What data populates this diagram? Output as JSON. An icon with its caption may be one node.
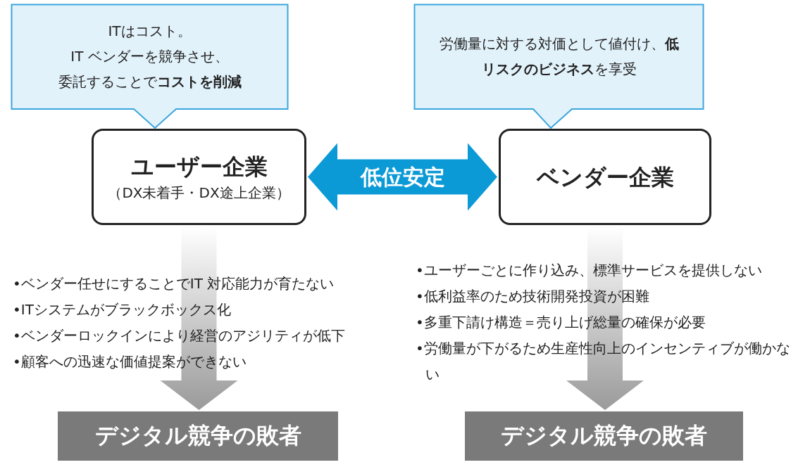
{
  "diagram": {
    "nodes": [
      {
        "text": [
          "ITはコスト。IT ベンダーを競争させ、委託することで**コストを削減**"
        ]
      },
      {
        "text": [
          "労働量に対する対価として値付け、**低リスクのビジネス**を享受"
        ]
      },
      {
        "text": [
          "ユーザー企業",
          "（DX未着手・DX途上企業）"
        ]
      },
      {
        "text": [
          "ベンダー企業"
        ]
      },
      {
        "text": [
          "デジタル競争の敗者"
        ]
      },
      {
        "text": [
          "デジタル競争の敗者"
        ]
      }
    ],
    "edges": [
      {
        "from": 2,
        "to": 3,
        "arrow": "both",
        "label": "低位安定",
        "color": "#0b9ad6"
      },
      {
        "from": 2,
        "to": 4,
        "arrow": "to"
      },
      {
        "from": 3,
        "to": 5,
        "arrow": "to"
      }
    ],
    "labels": [
      "•ベンダー任せにすることでIT 対応能力が育たない",
      "•ITシステムがブラックボックス化",
      "•ベンダーロックインにより経営のアジリティが低下",
      "•顧客への迅速な価値提案ができない",
      "•ユーザーごとに作り込み、標準サービスを提供しない",
      "•低利益率のため技術開発投資が困難",
      "•多重下請け構造＝売り上げ総量の確保が必要",
      "•労働量が下がるため生産性向上のインセンティブが働かない"
    ]
  }
}
